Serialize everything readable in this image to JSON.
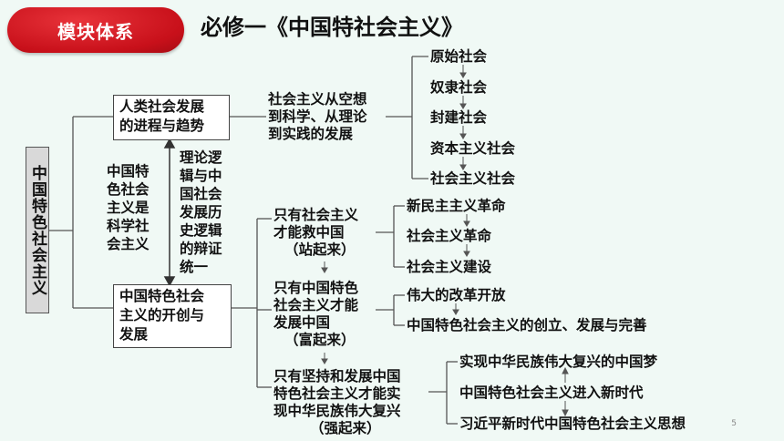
{
  "badge": "模块体系",
  "title": "必修一《中国特社会主义》",
  "root": "中国特色社会主义",
  "box_top": [
    "人类社会发展",
    "的进程与趋势"
  ],
  "box_bottom": [
    "中国特色社会",
    "主义的开创与",
    "发展"
  ],
  "left_note": [
    "中国特",
    "色社会",
    "主义是",
    "科学社",
    "会主义"
  ],
  "middle_note": [
    "理论逻",
    "辑与中",
    "国社会",
    "发展历",
    "史逻辑",
    "的辩证",
    "统一"
  ],
  "branch_top": [
    "社会主义从空想",
    "到科学、从理论",
    "到实践的发展"
  ],
  "societies": [
    "原始社会",
    "奴隶社会",
    "封建社会",
    "资本主义社会",
    "社会主义社会"
  ],
  "branch_1": [
    "只有社会主义",
    "才能救中国",
    "（站起来）"
  ],
  "branch_1_items": [
    "新民主主义革命",
    "社会主义革命",
    "社会主义建设"
  ],
  "branch_2": [
    "只有中国特色",
    "社会主义才能",
    "发展中国",
    "（富起来）"
  ],
  "branch_2_items": [
    "伟大的改革开放",
    "中国特色社会主义的创立、发展与完善"
  ],
  "branch_3": [
    "只有坚持和发展中国",
    "特色社会主义才能实",
    "现中华民族伟大复兴",
    "（强起来）"
  ],
  "branch_3_items": [
    "实现中华民族伟大复兴的中国梦",
    "中国特色社会主义进入新时代",
    "习近平新时代中国特色社会主义思想"
  ],
  "page_number": "5"
}
